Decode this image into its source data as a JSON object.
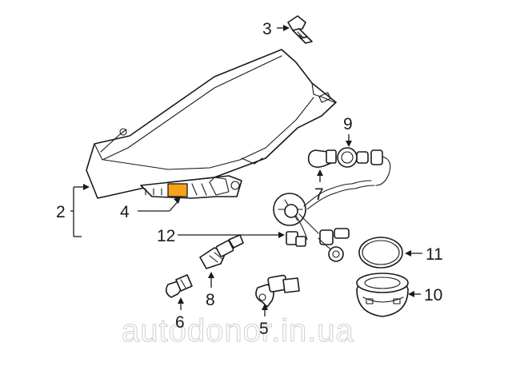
{
  "callouts": {
    "c2": "2",
    "c3": "3",
    "c4": "4",
    "c5": "5",
    "c6": "6",
    "c7": "7",
    "c8": "8",
    "c9": "9",
    "c10": "10",
    "c11": "11",
    "c12": "12"
  },
  "watermark": "autodonor.in.ua",
  "colors": {
    "highlight": "#f7a21b",
    "line": "#1a1a1a",
    "watermark": "#cfcfcf"
  }
}
